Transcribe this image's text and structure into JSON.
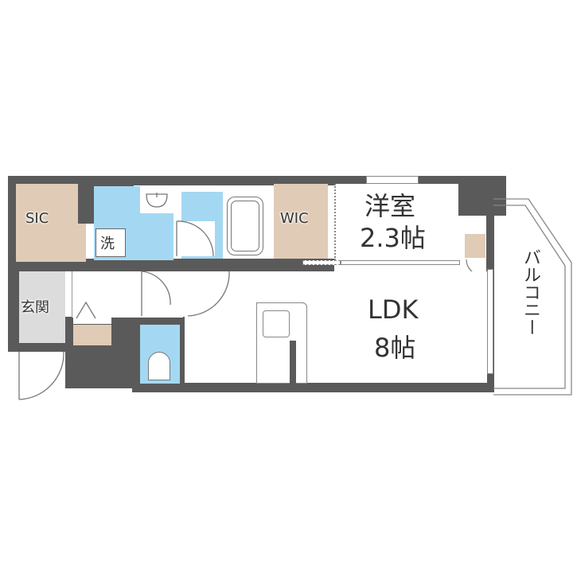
{
  "floorplan": {
    "rooms": {
      "sic": {
        "label": "SIC"
      },
      "wic": {
        "label": "WIC"
      },
      "washroom": {
        "label": "洗"
      },
      "entrance": {
        "label": "玄関"
      },
      "western_room": {
        "label": "洋室",
        "size": "2.3帖"
      },
      "ldk": {
        "label": "LDK",
        "size": "8帖"
      },
      "balcony": {
        "label": "バルコニー"
      }
    },
    "colors": {
      "wall": "#5a5a5a",
      "storage": "#dfcbb6",
      "wet_area": "#a4d8f2",
      "entrance_floor": "#dcdcdc",
      "room": "#ffffff"
    }
  }
}
